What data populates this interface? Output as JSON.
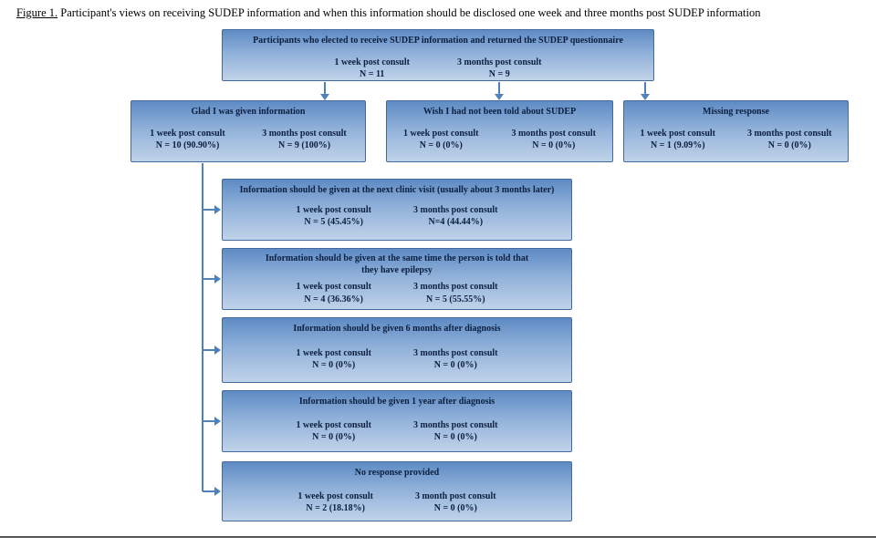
{
  "page": {
    "title_label": "Figure 1.",
    "title_text": " Participant's views on receiving SUDEP information and when this information should be disclosed  one week and three months post SUDEP information"
  },
  "colors": {
    "box_border": "#44699d",
    "box_gradient_top": "#5e8bc4",
    "box_gradient_bottom": "#c0d3e9",
    "arrow": "#4f81bd"
  },
  "top_box": {
    "header": "Participants who elected to receive SUDEP information and returned the SUDEP questionnaire",
    "week_label": "1 week post consult",
    "week_value": "N = 11",
    "months_label": "3 months post consult",
    "months_value": "N = 9"
  },
  "row2": [
    {
      "header": "Glad I was given information",
      "week_label": "1 week post consult",
      "week_value": "N = 10 (90.90%)",
      "months_label": "3 months post consult",
      "months_value": "N = 9 (100%)"
    },
    {
      "header": "Wish I had not been told about SUDEP",
      "week_label": "1 week post consult",
      "week_value": "N = 0 (0%)",
      "months_label": "3 months post consult",
      "months_value": "N = 0 (0%)"
    },
    {
      "header": "Missing response",
      "week_label": "1 week post consult",
      "week_value": "N = 1 (9.09%)",
      "months_label": "3 months post consult",
      "months_value": "N = 0 (0%)"
    }
  ],
  "flow": [
    {
      "header": "Information should be given at the next clinic visit (usually about 3 months later)",
      "week_label": "1 week post consult",
      "week_value": "N = 5 (45.45%)",
      "months_label": "3 months post consult",
      "months_value": "N=4 (44.44%)"
    },
    {
      "header": "Information should be given at the same time the person is told that they have epilepsy",
      "week_label": "1 week post consult",
      "week_value": "N = 4 (36.36%)",
      "months_label": "3 months post consult",
      "months_value": "N = 5 (55.55%)"
    },
    {
      "header": "Information should be given 6 months after diagnosis",
      "week_label": "1 week post consult",
      "week_value": "N = 0 (0%)",
      "months_label": "3 months post consult",
      "months_value": "N = 0 (0%)"
    },
    {
      "header": "Information should be given 1 year after diagnosis",
      "week_label": "1 week post consult",
      "week_value": "N = 0 (0%)",
      "months_label": "3 months post consult",
      "months_value": "N = 0 (0%)"
    },
    {
      "header": "No response provided",
      "week_label": "1 week post consult",
      "week_value": "N = 2 (18.18%)",
      "months_label": "3 month post consult",
      "months_value": "N = 0 (0%)"
    }
  ]
}
